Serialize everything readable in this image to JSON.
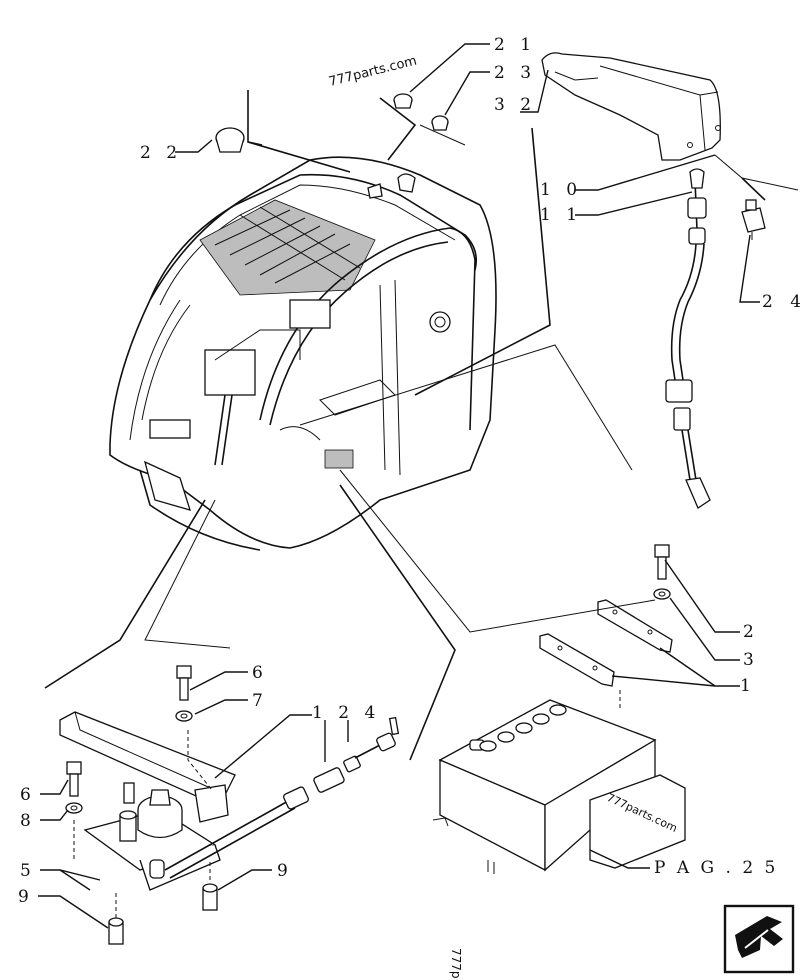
{
  "watermarks": {
    "top": "777parts.com",
    "box": "777parts.com",
    "bottom": "777p"
  },
  "callouts": {
    "c21": "2 1",
    "c23": "2 3",
    "c32": "3 2",
    "c22": "2 2",
    "c10": "1 0",
    "c11": "1 1",
    "c24": "2 4",
    "c2": "2",
    "c3": "3",
    "c1": "1",
    "c6a": "6",
    "c7": "7",
    "c124": "1 2 4",
    "c6b": "6",
    "c8": "8",
    "c5": "5",
    "c9a": "9",
    "c9b": "9",
    "pag": "P A G . 2 5"
  },
  "nav_icon": "next-page-arrow-icon"
}
